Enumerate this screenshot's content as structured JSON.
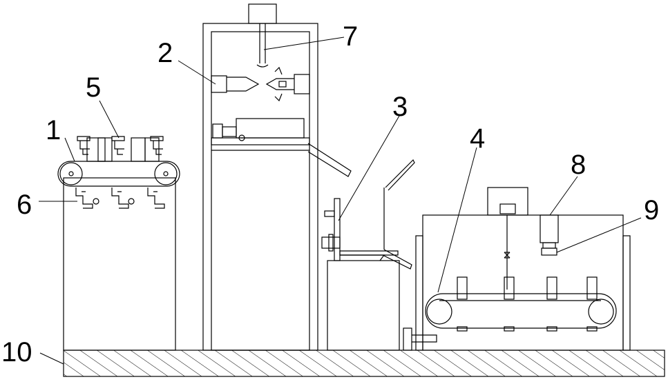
{
  "figure": {
    "labels": [
      {
        "id": "conveyor-1",
        "text": "1"
      },
      {
        "id": "chuck-2",
        "text": "2"
      },
      {
        "id": "arm-3",
        "text": "3"
      },
      {
        "id": "conveyor-4",
        "text": "4"
      },
      {
        "id": "clamp-5",
        "text": "5"
      },
      {
        "id": "clamp-6",
        "text": "6"
      },
      {
        "id": "nozzle-7",
        "text": "7"
      },
      {
        "id": "box-8",
        "text": "8"
      },
      {
        "id": "gripper-9",
        "text": "9"
      },
      {
        "id": "base-10",
        "text": "10"
      }
    ],
    "colors": {
      "line": "#000000",
      "background": "#ffffff",
      "hatch": "#000000"
    }
  }
}
